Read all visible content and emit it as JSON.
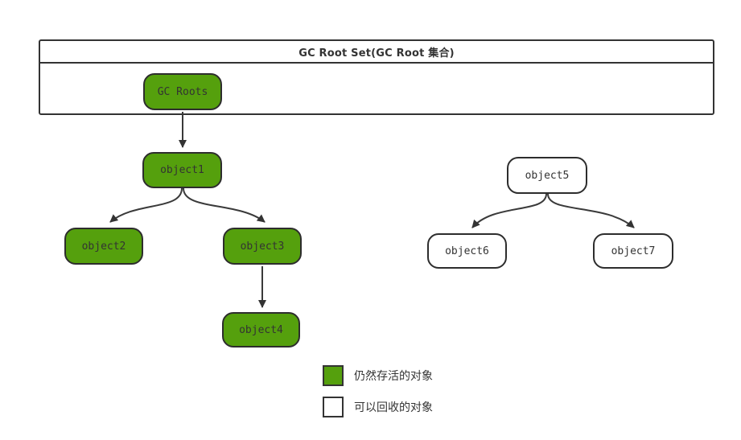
{
  "header": {
    "title": "GC Root Set(GC Root 集合)"
  },
  "colors": {
    "alive_fill": "#55a00d",
    "collectable_fill": "#ffffff",
    "node_border": "#2d2d2d",
    "edge_stroke": "#3a3a3a",
    "text": "#333333"
  },
  "nodes": {
    "gc_roots": {
      "label": "GC Roots",
      "type": "alive"
    },
    "object1": {
      "label": "object1",
      "type": "alive"
    },
    "object2": {
      "label": "object2",
      "type": "alive"
    },
    "object3": {
      "label": "object3",
      "type": "alive"
    },
    "object4": {
      "label": "object4",
      "type": "alive"
    },
    "object5": {
      "label": "object5",
      "type": "collectable"
    },
    "object6": {
      "label": "object6",
      "type": "collectable"
    },
    "object7": {
      "label": "object7",
      "type": "collectable"
    }
  },
  "edges": [
    {
      "from": "gc_roots",
      "to": "object1"
    },
    {
      "from": "object1",
      "to": "object2"
    },
    {
      "from": "object1",
      "to": "object3"
    },
    {
      "from": "object3",
      "to": "object4"
    },
    {
      "from": "object5",
      "to": "object6"
    },
    {
      "from": "object5",
      "to": "object7"
    }
  ],
  "legend": [
    {
      "swatch": "alive",
      "label": "仍然存活的对象"
    },
    {
      "swatch": "collectable",
      "label": "可以回收的对象"
    }
  ]
}
